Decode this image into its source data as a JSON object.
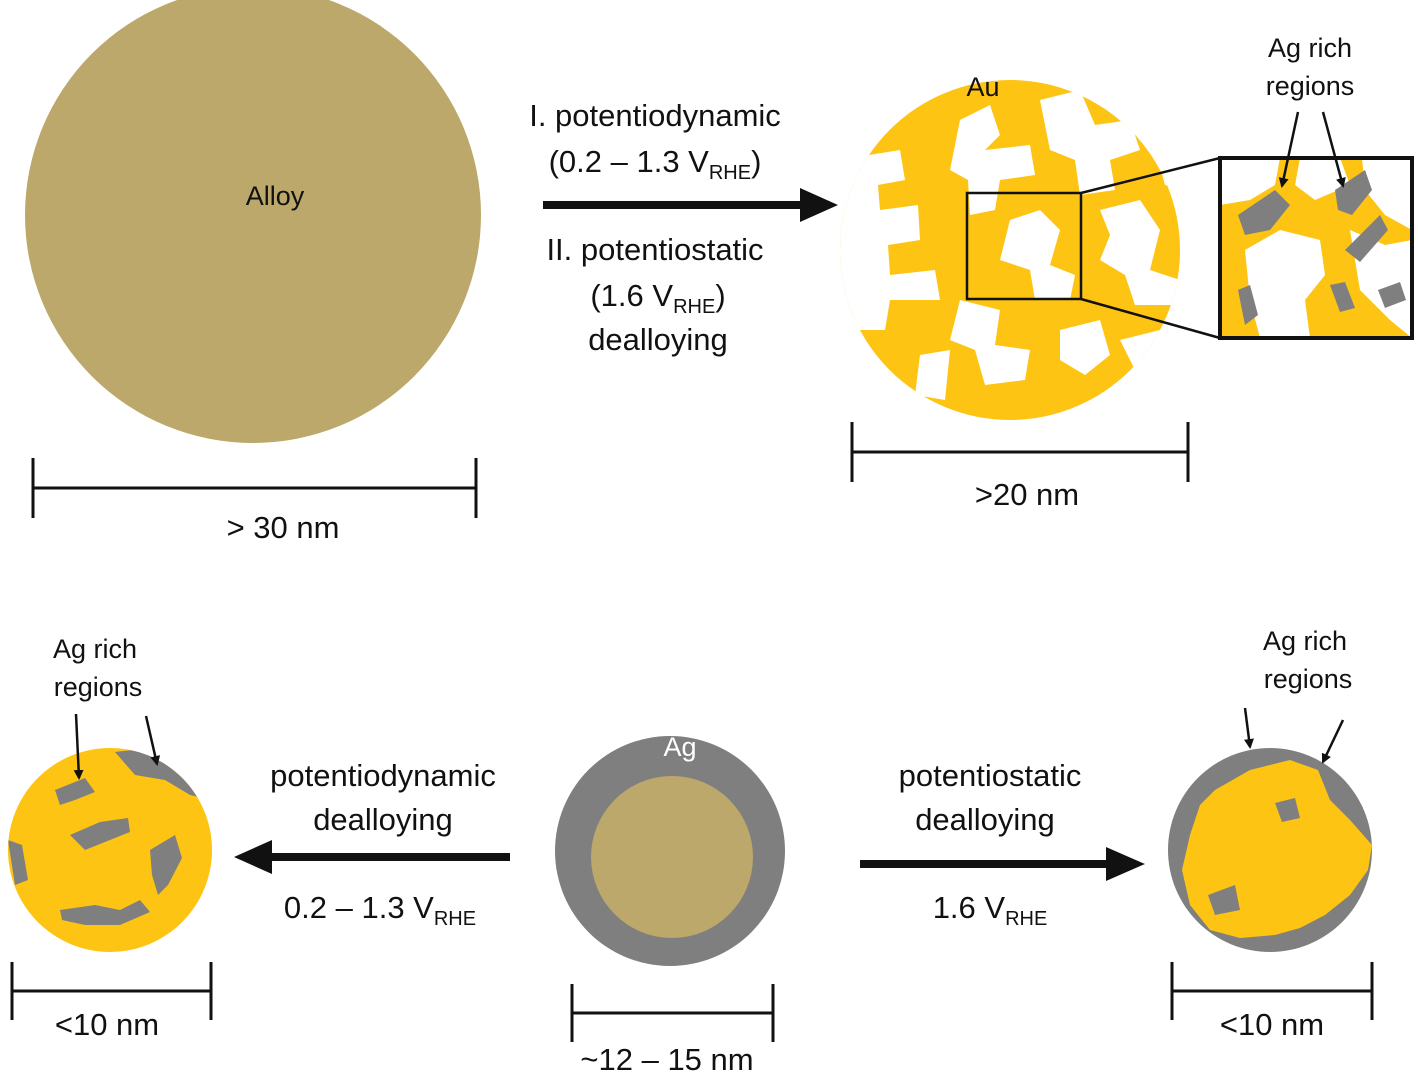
{
  "colors": {
    "alloy": "#BCA86A",
    "gold": "#FDC413",
    "silver": "#7F7F7F",
    "white": "#FFFFFF",
    "ink": "#111111"
  },
  "top": {
    "alloy_particle": {
      "label": "Alloy",
      "scale": "> 30 nm"
    },
    "process": {
      "step1": "I. potentiodynamic",
      "step1_range_prefix": "(0.2 – 1.3 V",
      "step1_range_sub": "RHE",
      "step1_range_suffix": ")",
      "step2": "II. potentiostatic",
      "step2_value_prefix": "(1.6 V",
      "step2_value_sub": "RHE",
      "step2_value_suffix": ")",
      "step3": "dealloying"
    },
    "porous_particle": {
      "label": "Au",
      "callout_line1": "Ag rich",
      "callout_line2": "regions",
      "scale": ">20 nm"
    }
  },
  "bottom": {
    "left_particle": {
      "callout_line1": "Ag rich",
      "callout_line2": "regions",
      "scale": "<10 nm"
    },
    "left_process": {
      "line1": "potentiodynamic",
      "line2": "dealloying",
      "range_prefix": "0.2 – 1.3 V",
      "range_sub": "RHE"
    },
    "core_shell": {
      "shell_label": "Ag",
      "scale": "~12 – 15 nm"
    },
    "right_process": {
      "line1": "potentiostatic",
      "line2": "dealloying",
      "value_prefix": "1.6 V",
      "value_sub": "RHE"
    },
    "right_particle": {
      "callout_line1": "Ag rich",
      "callout_line2": "regions",
      "scale": "<10 nm"
    }
  }
}
